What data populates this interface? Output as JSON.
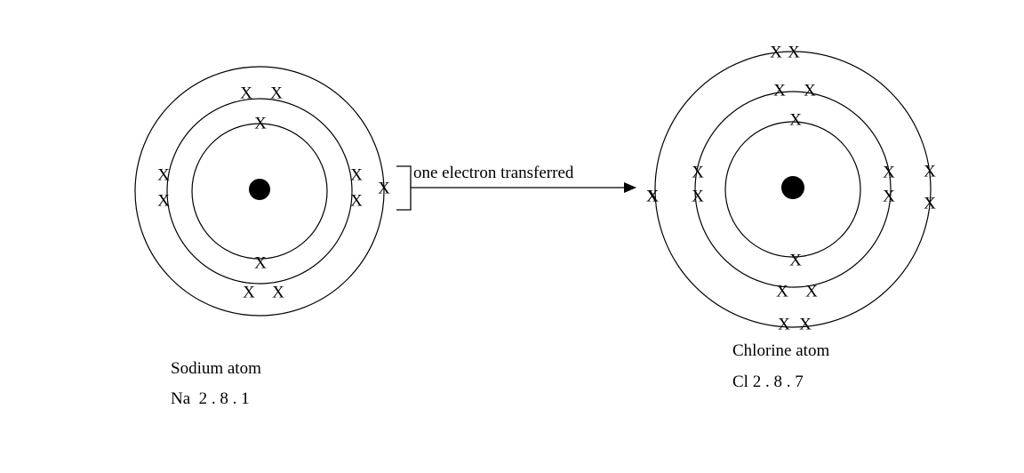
{
  "electron_symbol": "X",
  "transfer_label": "one electron transferred",
  "sodium": {
    "name": "Sodium atom",
    "config": "Na  2 . 8 . 1"
  },
  "chlorine": {
    "name": "Chlorine atom",
    "config": "Cl 2 . 8 . 7"
  }
}
